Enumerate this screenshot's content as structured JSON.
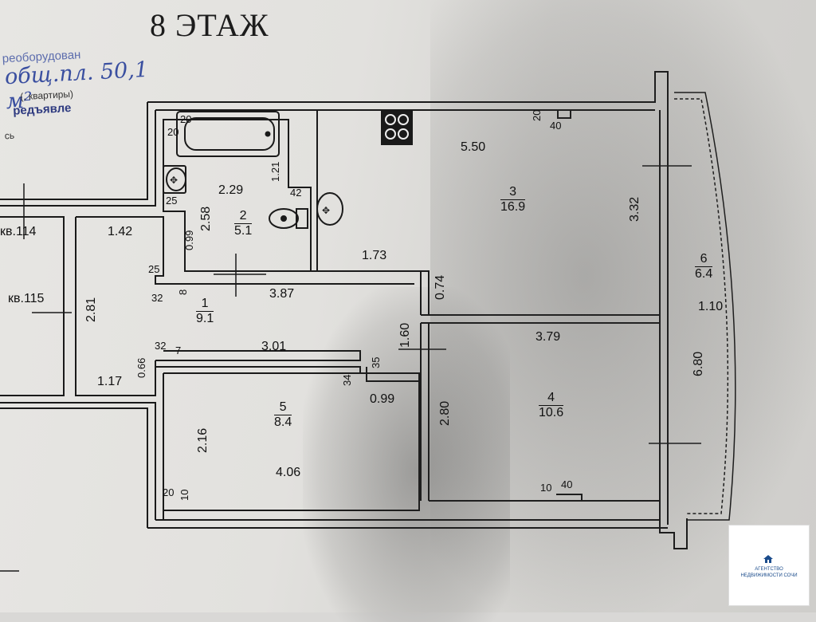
{
  "title": "8 ЭТАЖ",
  "stamp": {
    "line1": "реоборудован",
    "line2": "общ.пл. 50,1 м²",
    "line3": "(, квартиры)",
    "line4": "редъявле",
    "line5": "сь"
  },
  "neighbors": {
    "apt114": "кв.114",
    "apt115": "кв.115"
  },
  "rooms": [
    {
      "number": "1",
      "area": "9.1"
    },
    {
      "number": "2",
      "area": "5.1"
    },
    {
      "number": "3",
      "area": "16.9"
    },
    {
      "number": "4",
      "area": "10.6"
    },
    {
      "number": "5",
      "area": "8.4"
    },
    {
      "number": "6",
      "area": "6.4"
    }
  ],
  "dimensions": {
    "d_142": "1.42",
    "d_281": "2.81",
    "d_117": "1.17",
    "d_066": "0.66",
    "d_25a": "25",
    "d_32a": "32",
    "d_8": "8",
    "d_32b": "32",
    "d_7": "7",
    "d_099": "0.99",
    "d_258": "2.58",
    "d_229": "2.29",
    "d_121": "1.21",
    "d_42": "42",
    "d_20a": "20",
    "d_20b": "20",
    "d_25b": "25",
    "d_387": "3.87",
    "d_301": "3.01",
    "d_173": "1.73",
    "d_074": "0.74",
    "d_160": "1.60",
    "d_35": "35",
    "d_34": "34",
    "d_099b": "0.99",
    "d_550": "5.50",
    "d_20c": "20",
    "d_40a": "40",
    "d_332": "3.32",
    "d_379": "3.79",
    "d_280": "2.80",
    "d_10a": "10",
    "d_40b": "40",
    "d_216": "2.16",
    "d_406": "4.06",
    "d_20d": "20",
    "d_10b": "10",
    "d_110": "1.10",
    "d_680": "6.80"
  },
  "logo": {
    "line1": "АГЕНТСТВО",
    "line2": "НЕДВИЖИМОСТИ СОЧИ",
    "color": "#1b4c8c"
  },
  "colors": {
    "ink": "#1a1a1a",
    "stamp": "#3a4fa0",
    "paper": "#e4e3e0"
  }
}
